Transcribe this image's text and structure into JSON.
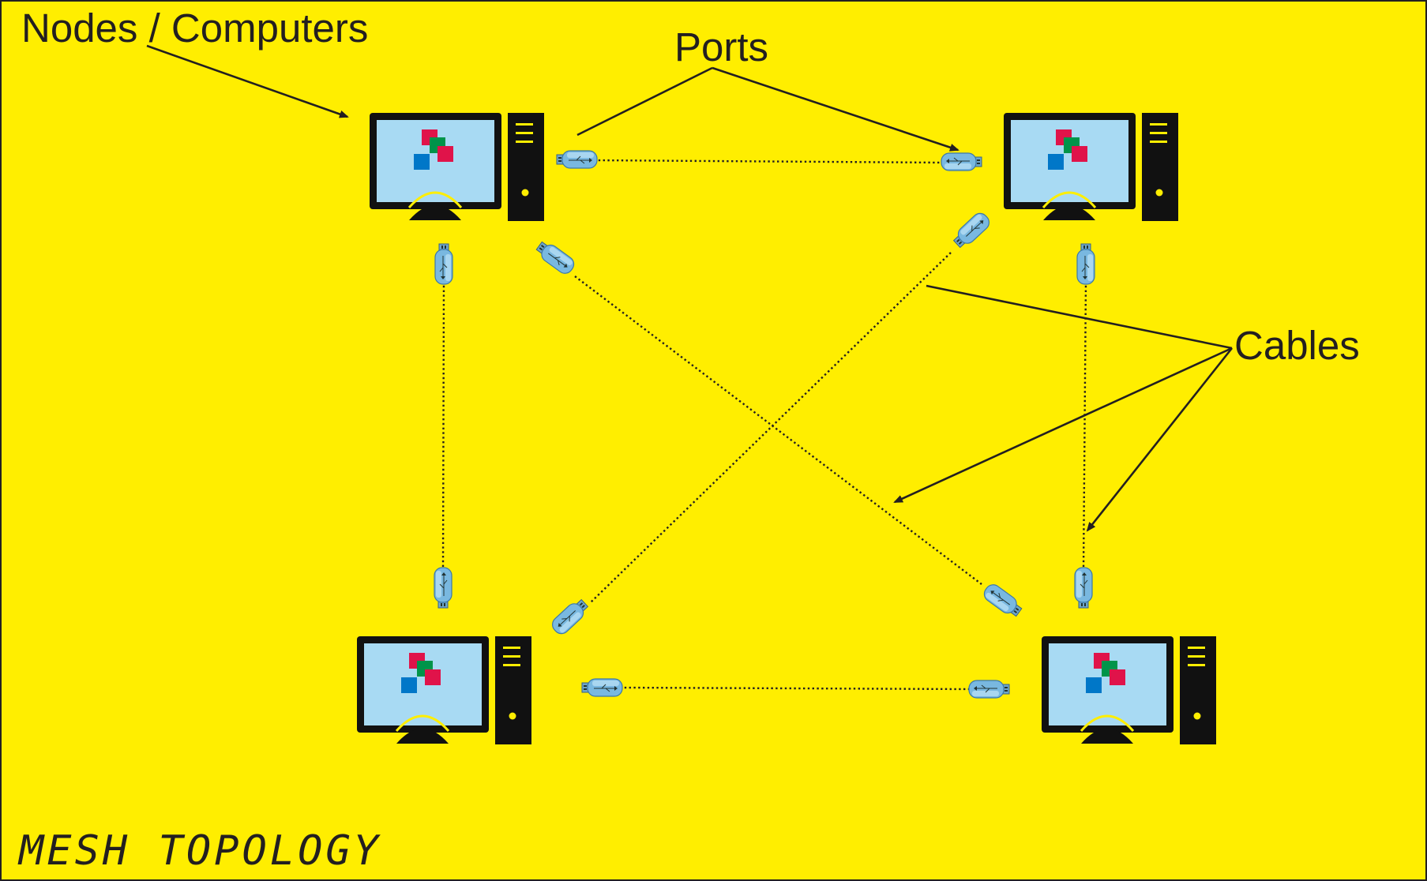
{
  "background_color": "#ffee00",
  "labels": {
    "nodes": "Nodes / Computers",
    "ports": "Ports",
    "cables": "Cables"
  },
  "title": "MESH TOPOLOGY",
  "icons": {
    "node": "desktop-computer-icon",
    "port": "usb-connector-icon"
  },
  "colors": {
    "screen": "#a8daf3",
    "monitor": "#111111",
    "connector": "#6fb3de",
    "logo_red": "#e0134a",
    "logo_green": "#00944a",
    "logo_blue": "#0077c8",
    "line": "#231f20"
  }
}
